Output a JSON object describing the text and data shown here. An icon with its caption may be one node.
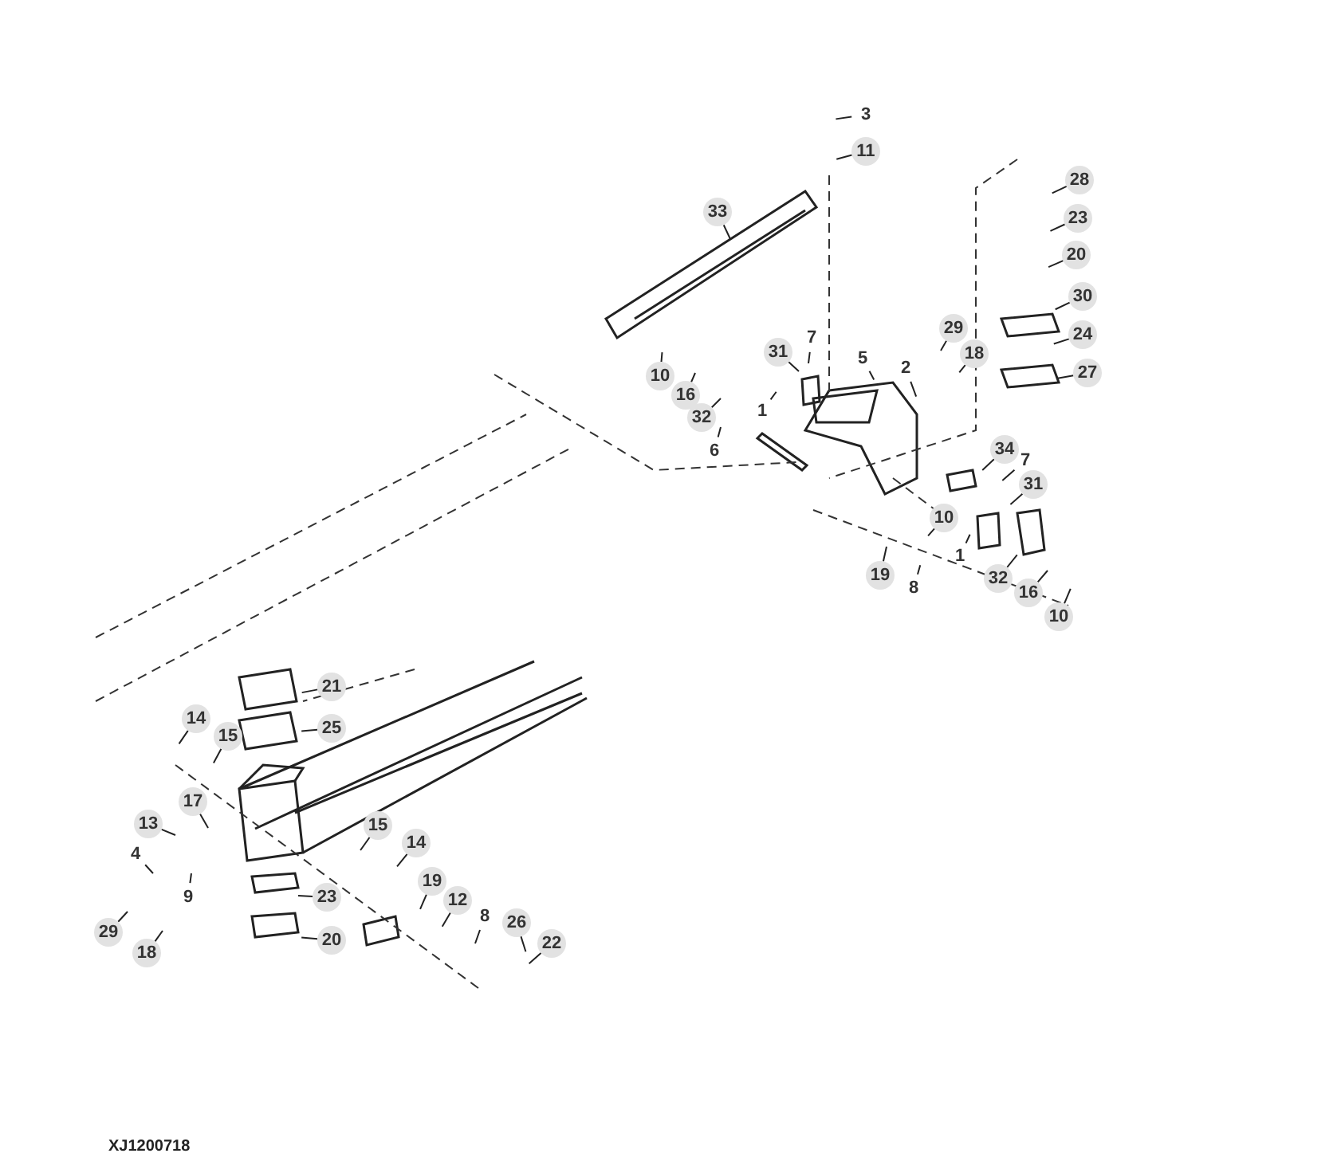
{
  "diagram": {
    "nodes": [
      {
        "text": [
          "3"
        ]
      },
      {
        "text": [
          "11"
        ]
      },
      {
        "text": [
          "33"
        ]
      },
      {
        "text": [
          "28"
        ]
      },
      {
        "text": [
          "23"
        ]
      },
      {
        "text": [
          "20"
        ]
      },
      {
        "text": [
          "30"
        ]
      },
      {
        "text": [
          "24"
        ]
      },
      {
        "text": [
          "27"
        ]
      },
      {
        "text": [
          "29"
        ]
      },
      {
        "text": [
          "18"
        ]
      },
      {
        "text": [
          "31"
        ]
      },
      {
        "text": [
          "7"
        ]
      },
      {
        "text": [
          "5"
        ]
      },
      {
        "text": [
          "2"
        ]
      },
      {
        "text": [
          "10"
        ]
      },
      {
        "text": [
          "16"
        ]
      },
      {
        "text": [
          "32"
        ]
      },
      {
        "text": [
          "1"
        ]
      },
      {
        "text": [
          "6"
        ]
      },
      {
        "text": [
          "34"
        ]
      },
      {
        "text": [
          "7"
        ]
      },
      {
        "text": [
          "31"
        ]
      },
      {
        "text": [
          "10"
        ]
      },
      {
        "text": [
          "1"
        ]
      },
      {
        "text": [
          "19"
        ]
      },
      {
        "text": [
          "8"
        ]
      },
      {
        "text": [
          "32"
        ]
      },
      {
        "text": [
          "16"
        ]
      },
      {
        "text": [
          "10"
        ]
      },
      {
        "text": [
          "21"
        ]
      },
      {
        "text": [
          "25"
        ]
      },
      {
        "text": [
          "14"
        ]
      },
      {
        "text": [
          "15"
        ]
      },
      {
        "text": [
          "17"
        ]
      },
      {
        "text": [
          "13"
        ]
      },
      {
        "text": [
          "4"
        ]
      },
      {
        "text": [
          "9"
        ]
      },
      {
        "text": [
          "29"
        ]
      },
      {
        "text": [
          "18"
        ]
      },
      {
        "text": [
          "23"
        ]
      },
      {
        "text": [
          "20"
        ]
      },
      {
        "text": [
          "15"
        ]
      },
      {
        "text": [
          "14"
        ]
      },
      {
        "text": [
          "19"
        ]
      },
      {
        "text": [
          "12"
        ]
      },
      {
        "text": [
          "8"
        ]
      },
      {
        "text": [
          "26"
        ]
      },
      {
        "text": [
          "22"
        ]
      }
    ],
    "edges": [
      {
        "from": 0,
        "to": null,
        "arrow": "none"
      },
      {
        "from": 1,
        "to": null,
        "arrow": "none"
      },
      {
        "from": 2,
        "to": null,
        "arrow": "none"
      },
      {
        "from": 3,
        "to": null,
        "arrow": "none"
      },
      {
        "from": 4,
        "to": null,
        "arrow": "none"
      },
      {
        "from": 5,
        "to": null,
        "arrow": "none"
      },
      {
        "from": 6,
        "to": null,
        "arrow": "none"
      },
      {
        "from": 7,
        "to": null,
        "arrow": "none"
      },
      {
        "from": 8,
        "to": null,
        "arrow": "none"
      },
      {
        "from": 9,
        "to": null,
        "arrow": "none"
      },
      {
        "from": 10,
        "to": null,
        "arrow": "none"
      },
      {
        "from": 11,
        "to": null,
        "arrow": "none"
      },
      {
        "from": 12,
        "to": null,
        "arrow": "none"
      },
      {
        "from": 13,
        "to": null,
        "arrow": "none"
      },
      {
        "from": 14,
        "to": null,
        "arrow": "none"
      },
      {
        "from": 15,
        "to": null,
        "arrow": "none"
      },
      {
        "from": 16,
        "to": null,
        "arrow": "none"
      },
      {
        "from": 17,
        "to": null,
        "arrow": "none"
      },
      {
        "from": 18,
        "to": null,
        "arrow": "none"
      },
      {
        "from": 19,
        "to": null,
        "arrow": "none"
      },
      {
        "from": 20,
        "to": null,
        "arrow": "none"
      },
      {
        "from": 21,
        "to": null,
        "arrow": "none"
      },
      {
        "from": 22,
        "to": null,
        "arrow": "none"
      },
      {
        "from": 23,
        "to": null,
        "arrow": "none"
      },
      {
        "from": 24,
        "to": null,
        "arrow": "none"
      },
      {
        "from": 25,
        "to": null,
        "arrow": "none"
      },
      {
        "from": 26,
        "to": null,
        "arrow": "none"
      },
      {
        "from": 27,
        "to": null,
        "arrow": "none"
      },
      {
        "from": 28,
        "to": null,
        "arrow": "none"
      },
      {
        "from": 29,
        "to": null,
        "arrow": "none"
      },
      {
        "from": 30,
        "to": null,
        "arrow": "none"
      },
      {
        "from": 31,
        "to": null,
        "arrow": "none"
      },
      {
        "from": 32,
        "to": null,
        "arrow": "none"
      },
      {
        "from": 33,
        "to": null,
        "arrow": "none"
      },
      {
        "from": 34,
        "to": null,
        "arrow": "none"
      },
      {
        "from": 35,
        "to": null,
        "arrow": "none"
      },
      {
        "from": 36,
        "to": null,
        "arrow": "none"
      },
      {
        "from": 37,
        "to": null,
        "arrow": "none"
      },
      {
        "from": 38,
        "to": null,
        "arrow": "none"
      },
      {
        "from": 39,
        "to": null,
        "arrow": "none"
      },
      {
        "from": 40,
        "to": null,
        "arrow": "none"
      },
      {
        "from": 41,
        "to": null,
        "arrow": "none"
      },
      {
        "from": 42,
        "to": null,
        "arrow": "none"
      },
      {
        "from": 43,
        "to": null,
        "arrow": "none"
      },
      {
        "from": 44,
        "to": null,
        "arrow": "none"
      },
      {
        "from": 45,
        "to": null,
        "arrow": "none"
      },
      {
        "from": 46,
        "to": null,
        "arrow": "none"
      },
      {
        "from": 47,
        "to": null,
        "arrow": "none"
      },
      {
        "from": 48,
        "to": null,
        "arrow": "none"
      }
    ],
    "labels": [
      "XJ1200718"
    ]
  }
}
